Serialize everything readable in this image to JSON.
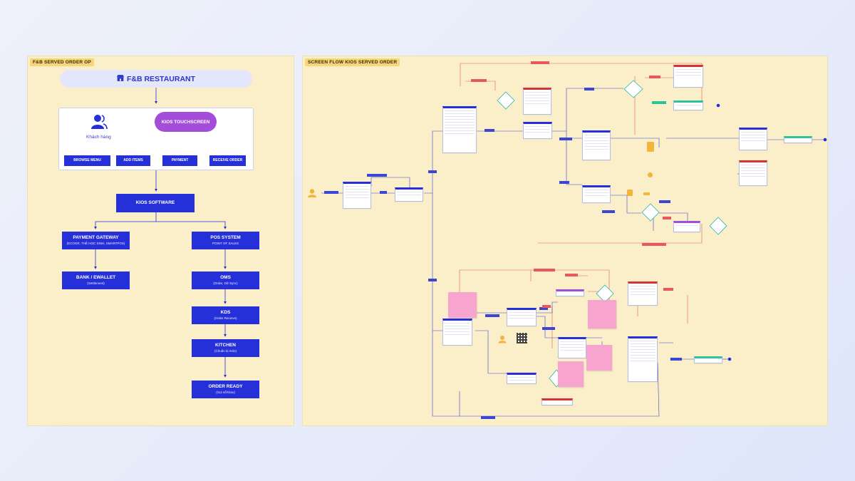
{
  "boards": {
    "left_title": "F&B SERVED ORDER OP",
    "right_title": "SCREEN FLOW KIOS SERVED ORDER"
  },
  "restaurant": {
    "label": "F&B RESTAURANT"
  },
  "customer": {
    "label": "Khách hàng"
  },
  "kios_touchscreen": {
    "label": "KIOS TOUCHSCREEN"
  },
  "steps": [
    {
      "label": "BROWSE MENU"
    },
    {
      "label": "ADD ITEMS"
    },
    {
      "label": "PAYMENT"
    },
    {
      "label": "RECEIVE ORDER"
    }
  ],
  "kios_software": {
    "label": "KIOS SOFTWARE"
  },
  "payment_gateway": {
    "label": "PAYMENT GATEWAY",
    "sub": "(ECOGR, THẺ HỌC SINH, SMARTPOS)"
  },
  "pos_system": {
    "label": "POS SYSTEM",
    "sub": "POINT OF SALES"
  },
  "bank": {
    "label": "BANK / EWALLET",
    "sub": "(Settlement)"
  },
  "oms": {
    "label": "OMS",
    "sub": "(Order, Dữ Sync)"
  },
  "kds": {
    "label": "KDS",
    "sub": "(Order Receive)"
  },
  "kitchen": {
    "label": "KITCHEN",
    "sub": "(Chuẩn bị món)"
  },
  "order_ready": {
    "label": "ORDER READY",
    "sub": "(Gọi số/Giao)"
  },
  "colors": {
    "primary": "#2630d8",
    "purple": "#a54ddb",
    "board": "#faefc8",
    "title_tag": "#f6d67a",
    "flow_red": "#e85a5a",
    "flow_blue": "#3b46d6",
    "sticky": "#f7a4cf",
    "orange": "#f2b43a",
    "teal": "#2ec49b"
  },
  "icons": [
    "store-icon",
    "user-icon",
    "qr-code-icon",
    "flowchart-decision-icon"
  ]
}
